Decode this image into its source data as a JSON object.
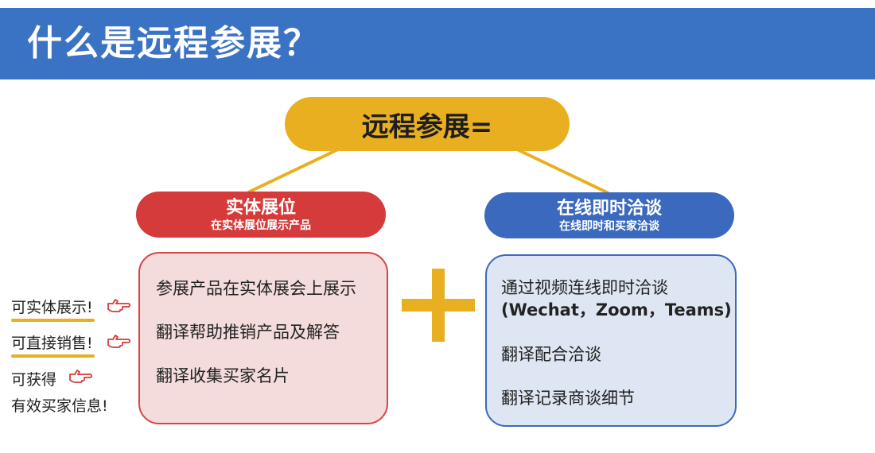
{
  "header": {
    "title": "什么是远程参展？",
    "background": "#3a72c4"
  },
  "root": {
    "label": "远程参展=",
    "color": "#e8b020"
  },
  "branches": [
    {
      "title": "实体展位",
      "subtitle": "在实体展位展示产品",
      "color": "#d53b3b",
      "items": [
        "参展产品在实体展会上展示",
        "翻译帮助推销产品及解答",
        "翻译收集买家名片"
      ]
    },
    {
      "title": "在线即时洽谈",
      "subtitle": "在线即时和买家洽谈",
      "color": "#3a69bd",
      "items": [
        "通过视频连线即时洽谈",
        "(Wechat，Zoom，Teams)",
        "翻译配合洽谈",
        "翻译记录商谈细节"
      ]
    }
  ],
  "operator": "plus",
  "side_notes": [
    {
      "text": "可实体展示!",
      "icon": "pointing-hand-icon"
    },
    {
      "text": "可直接销售!",
      "icon": "pointing-hand-icon"
    },
    {
      "text": "可获得",
      "icon": "pointing-hand-icon"
    },
    {
      "text": "有效买家信息!"
    }
  ]
}
